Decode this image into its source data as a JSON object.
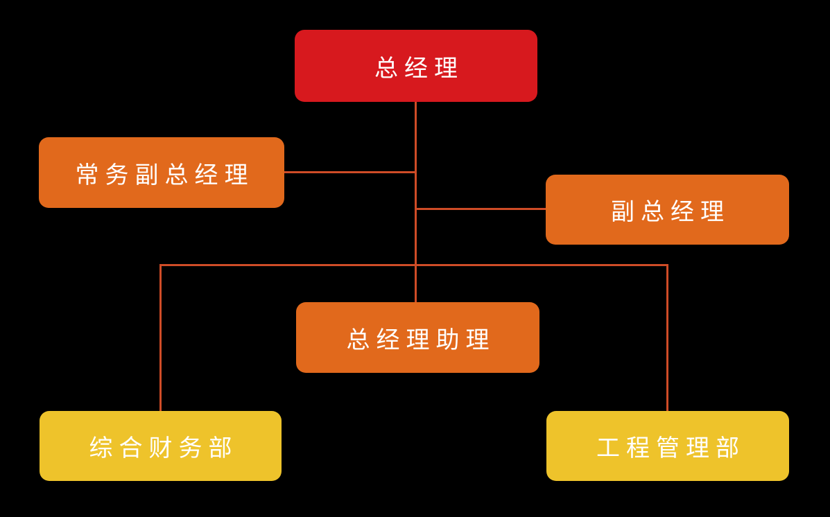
{
  "diagram": {
    "type": "org-chart",
    "background_color": "#000000",
    "connector_color": "#cf4c27",
    "text_color": "#ffffff",
    "nodes": {
      "general_manager": {
        "label": "总经理",
        "color": "#d7191e",
        "level": 1
      },
      "executive_deputy_gm": {
        "label": "常务副总经理",
        "color": "#e1691c",
        "level": 2
      },
      "deputy_gm": {
        "label": "副总经理",
        "color": "#e1691c",
        "level": 2
      },
      "gm_assistant": {
        "label": "总经理助理",
        "color": "#e1691c",
        "level": 2
      },
      "finance_dept": {
        "label": "综合财务部",
        "color": "#eec32b",
        "level": 3
      },
      "engineering_dept": {
        "label": "工程管理部",
        "color": "#eec32b",
        "level": 3
      }
    },
    "edges": [
      {
        "from": "general_manager",
        "to": "executive_deputy_gm"
      },
      {
        "from": "general_manager",
        "to": "deputy_gm"
      },
      {
        "from": "general_manager",
        "to": "gm_assistant"
      },
      {
        "from": "general_manager",
        "to": "finance_dept"
      },
      {
        "from": "general_manager",
        "to": "engineering_dept"
      }
    ]
  }
}
